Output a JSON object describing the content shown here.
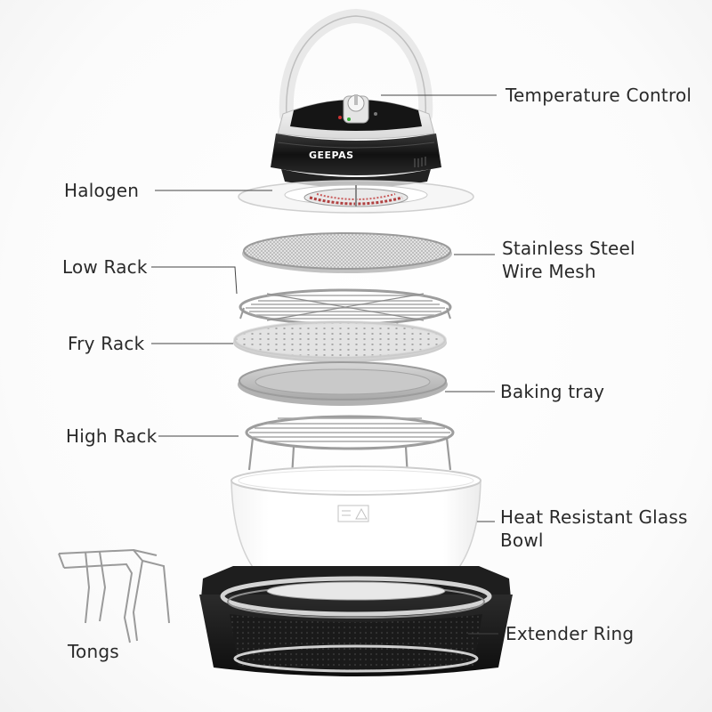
{
  "brand": "GEEPAS",
  "labels": {
    "temperature_control": "Temperature Control",
    "halogen": "Halogen",
    "stainless_steel_line1": "Stainless Steel",
    "stainless_steel_line2": "Wire Mesh",
    "low_rack": "Low Rack",
    "fry_rack": "Fry Rack",
    "baking_tray": "Baking tray",
    "high_rack": "High Rack",
    "glass_bowl_line1": "Heat Resistant Glass",
    "glass_bowl_line2": "Bowl",
    "tongs": "Tongs",
    "extender_ring": "Extender Ring"
  },
  "colors": {
    "text": "#2a2a2a",
    "leader_line": "#444444",
    "body_black": "#1b1b1b",
    "metal": "#c9c9c9"
  }
}
